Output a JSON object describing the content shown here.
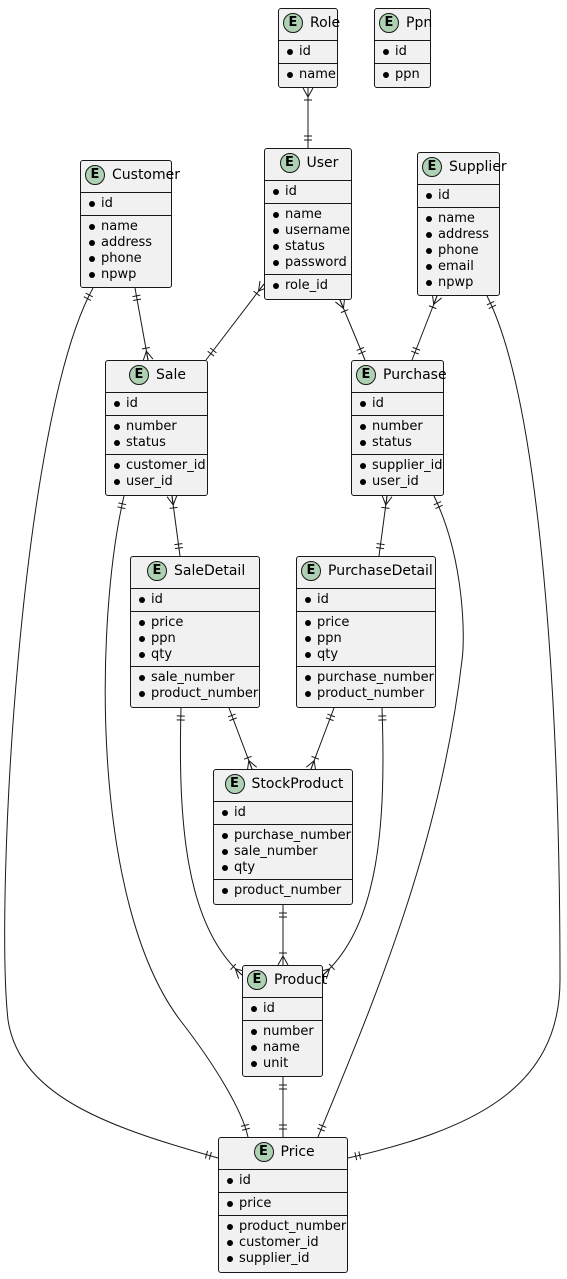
{
  "diagram": {
    "entities": [
      {
        "id": "role",
        "name": "Role",
        "sections": [
          [
            "id"
          ],
          [
            "name"
          ]
        ]
      },
      {
        "id": "ppn",
        "name": "Ppn",
        "sections": [
          [
            "id"
          ],
          [
            "ppn"
          ]
        ]
      },
      {
        "id": "customer",
        "name": "Customer",
        "sections": [
          [
            "id"
          ],
          [
            "name",
            "address",
            "phone",
            "npwp"
          ]
        ]
      },
      {
        "id": "user",
        "name": "User",
        "sections": [
          [
            "id"
          ],
          [
            "name",
            "username",
            "status",
            "password"
          ],
          [
            "role_id"
          ]
        ]
      },
      {
        "id": "supplier",
        "name": "Supplier",
        "sections": [
          [
            "id"
          ],
          [
            "name",
            "address",
            "phone",
            "email",
            "npwp"
          ]
        ]
      },
      {
        "id": "sale",
        "name": "Sale",
        "sections": [
          [
            "id"
          ],
          [
            "number",
            "status"
          ],
          [
            "customer_id",
            "user_id"
          ]
        ]
      },
      {
        "id": "purchase",
        "name": "Purchase",
        "sections": [
          [
            "id"
          ],
          [
            "number",
            "status"
          ],
          [
            "supplier_id",
            "user_id"
          ]
        ]
      },
      {
        "id": "saledetail",
        "name": "SaleDetail",
        "sections": [
          [
            "id"
          ],
          [
            "price",
            "ppn",
            "qty"
          ],
          [
            "sale_number",
            "product_number"
          ]
        ]
      },
      {
        "id": "purchasedetail",
        "name": "PurchaseDetail",
        "sections": [
          [
            "id"
          ],
          [
            "price",
            "ppn",
            "qty"
          ],
          [
            "purchase_number",
            "product_number"
          ]
        ]
      },
      {
        "id": "stockproduct",
        "name": "StockProduct",
        "sections": [
          [
            "id"
          ],
          [
            "purchase_number",
            "sale_number",
            "qty"
          ],
          [
            "product_number"
          ]
        ]
      },
      {
        "id": "product",
        "name": "Product",
        "sections": [
          [
            "id"
          ],
          [
            "number",
            "name",
            "unit"
          ]
        ]
      },
      {
        "id": "price",
        "name": "Price",
        "sections": [
          [
            "id"
          ],
          [
            "price"
          ],
          [
            "product_number",
            "customer_id",
            "supplier_id"
          ]
        ]
      }
    ],
    "relationships": [
      {
        "from": "role",
        "to": "user",
        "from_card": "one_or_many",
        "to_card": "exactly_one"
      },
      {
        "from": "customer",
        "to": "sale",
        "from_card": "exactly_one",
        "to_card": "one_or_many"
      },
      {
        "from": "user",
        "to": "sale",
        "from_card": "one_or_many",
        "to_card": "exactly_one"
      },
      {
        "from": "user",
        "to": "purchase",
        "from_card": "one_or_many",
        "to_card": "exactly_one"
      },
      {
        "from": "supplier",
        "to": "purchase",
        "from_card": "one_or_many",
        "to_card": "exactly_one"
      },
      {
        "from": "sale",
        "to": "saledetail",
        "from_card": "one_or_many",
        "to_card": "exactly_one"
      },
      {
        "from": "purchase",
        "to": "purchasedetail",
        "from_card": "one_or_many",
        "to_card": "exactly_one"
      },
      {
        "from": "saledetail",
        "to": "stockproduct",
        "from_card": "exactly_one",
        "to_card": "one_or_many"
      },
      {
        "from": "purchasedetail",
        "to": "stockproduct",
        "from_card": "exactly_one",
        "to_card": "one_or_many"
      },
      {
        "from": "saledetail",
        "to": "product",
        "from_card": "exactly_one",
        "to_card": "one_or_many"
      },
      {
        "from": "purchasedetail",
        "to": "product",
        "from_card": "exactly_one",
        "to_card": "one_or_many"
      },
      {
        "from": "stockproduct",
        "to": "product",
        "from_card": "exactly_one",
        "to_card": "one_or_many"
      },
      {
        "from": "product",
        "to": "price",
        "from_card": "exactly_one",
        "to_card": "exactly_one"
      },
      {
        "from": "customer",
        "to": "price",
        "from_card": "exactly_one",
        "to_card": "exactly_one"
      },
      {
        "from": "sale",
        "to": "price",
        "from_card": "exactly_one",
        "to_card": "exactly_one"
      },
      {
        "from": "purchase",
        "to": "price",
        "from_card": "exactly_one",
        "to_card": "exactly_one"
      },
      {
        "from": "supplier",
        "to": "price",
        "from_card": "exactly_one",
        "to_card": "exactly_one"
      }
    ],
    "badge_letter": "E",
    "colors": {
      "badge": "#add1b2",
      "entity_bg": "#f1f1f1",
      "stroke": "#181818"
    }
  }
}
